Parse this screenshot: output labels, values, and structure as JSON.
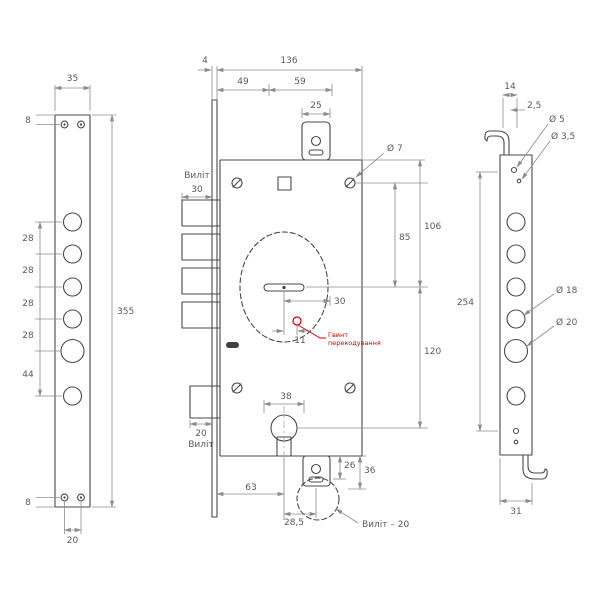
{
  "left": {
    "w35": "35",
    "t8top": "8",
    "s28": "28",
    "s44": "44",
    "h355": "355",
    "t8bot": "8",
    "w20": "20"
  },
  "center": {
    "t4": "4",
    "w136": "136",
    "w49": "49",
    "w59": "59",
    "w25": "25",
    "dia7": "Ø 7",
    "vylit_top_label": "Виліт",
    "vylit_top_value": "30",
    "d85": "85",
    "d106": "106",
    "d30": "30",
    "d11": "11",
    "d120": "120",
    "note_red_1": "Гвинт",
    "note_red_2": "перекодування",
    "d38": "38",
    "d26": "26",
    "d36": "36",
    "d63": "63",
    "d28_5": "28,5",
    "vylit_bottom_value": "20",
    "vylit_bottom_label": "Виліт",
    "vylit_br": "Виліт – 20"
  },
  "right": {
    "w14": "14",
    "t2_5": "2,5",
    "dia5": "Ø 5",
    "dia3_5": "Ø 3,5",
    "dia18": "Ø 18",
    "dia20": "Ø 20",
    "h254": "254",
    "w31": "31"
  },
  "colors": {
    "part": "#4a4a4a",
    "dim": "#8c8c8c",
    "accent": "#d40000"
  }
}
